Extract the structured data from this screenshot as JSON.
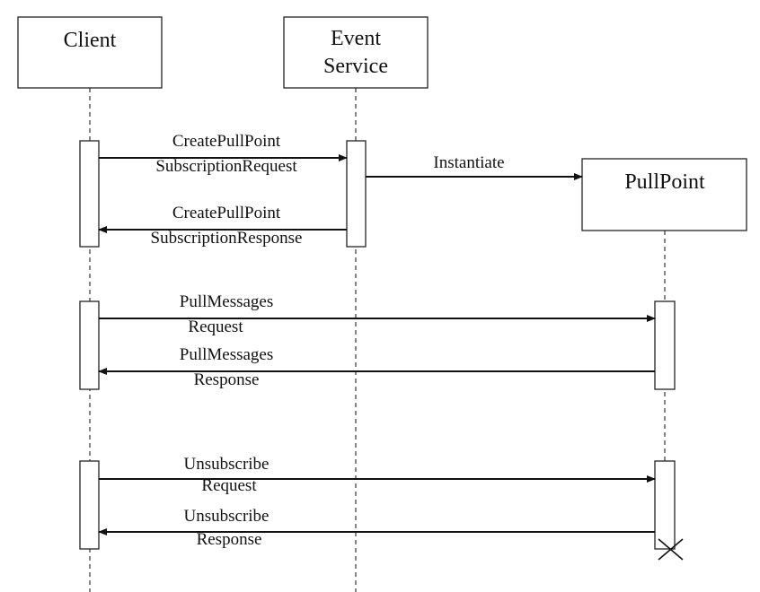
{
  "participants": {
    "client": "Client",
    "event_service_line1": "Event",
    "event_service_line2": "Service",
    "pullpoint": "PullPoint"
  },
  "messages": {
    "create_request": [
      "CreatePullPoint",
      "SubscriptionRequest"
    ],
    "instantiate": "Instantiate",
    "create_response": [
      "CreatePullPoint",
      "SubscriptionResponse"
    ],
    "pull_request": [
      "PullMessages",
      "Request"
    ],
    "pull_response": [
      "PullMessages",
      "Response"
    ],
    "unsub_request": [
      "Unsubscribe",
      "Request"
    ],
    "unsub_response": [
      "Unsubscribe",
      "Response"
    ]
  }
}
